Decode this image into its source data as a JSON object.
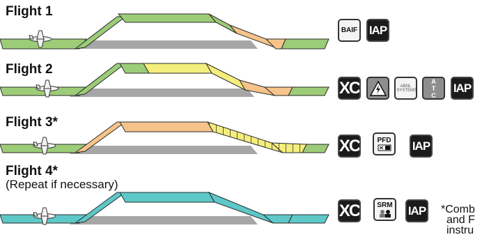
{
  "colors": {
    "green": "#9ccc78",
    "yellow": "#f4ee7c",
    "orange": "#f6c48a",
    "teal": "#5ec8c8",
    "shadow": "#a6a6a6"
  },
  "flights": [
    {
      "title": "Flight 1",
      "subtitle": "",
      "icons": [
        {
          "name": "baif-icon",
          "label": "BAIF"
        },
        {
          "name": "iap-icon",
          "label": "IAP"
        }
      ]
    },
    {
      "title": "Flight 2",
      "subtitle": "",
      "icons": [
        {
          "name": "xc-icon",
          "label": "XC"
        },
        {
          "name": "emergency-warning-icon",
          "label": ""
        },
        {
          "name": "abnormal-systems-icon",
          "label": "ABNL SYSTEMS"
        },
        {
          "name": "atc-tower-icon",
          "label": "ATC"
        },
        {
          "name": "iap-icon",
          "label": "IAP"
        }
      ]
    },
    {
      "title": "Flight 3*",
      "subtitle": "",
      "icons": [
        {
          "name": "xc-icon",
          "label": "XC"
        },
        {
          "name": "pfd-failure-icon",
          "label": "PFD"
        },
        {
          "name": "iap-icon",
          "label": "IAP"
        }
      ]
    },
    {
      "title": "Flight 4*",
      "subtitle": "(Repeat if necessary)",
      "icons": [
        {
          "name": "xc-icon",
          "label": "XC"
        },
        {
          "name": "srm-icon",
          "label": "SRM"
        },
        {
          "name": "iap-icon",
          "label": "IAP"
        }
      ]
    }
  ],
  "footnote": {
    "lines": [
      "*Comb",
      "and F",
      "instru"
    ]
  }
}
